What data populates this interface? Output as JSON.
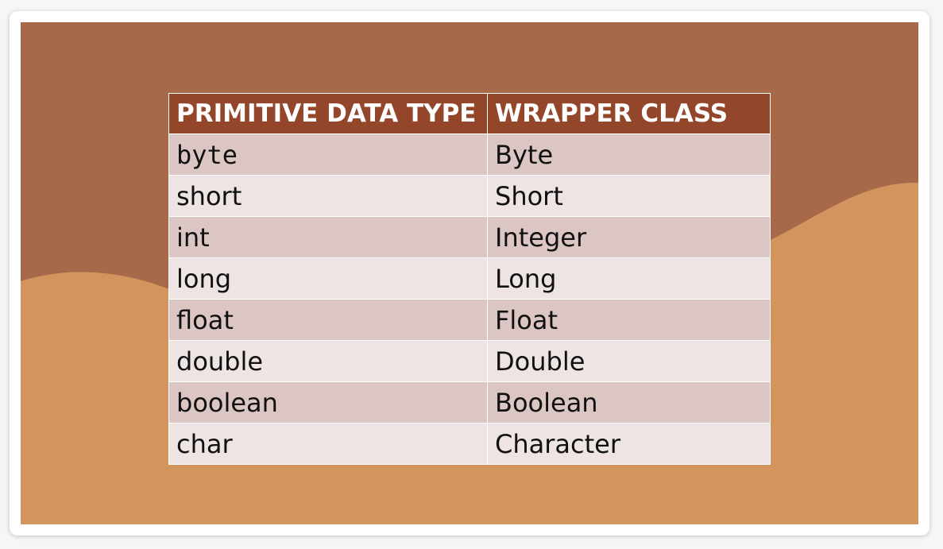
{
  "colors": {
    "background_dark": "#a8694a",
    "background_wave": "#d2955e",
    "header_fill": "#93462a",
    "row_dark": "#dbc6c4",
    "row_light": "#ede4e3"
  },
  "table": {
    "headers": [
      "PRIMITIVE DATA TYPE",
      "WRAPPER CLASS"
    ],
    "rows": [
      [
        "byte",
        "Byte"
      ],
      [
        "short",
        "Short"
      ],
      [
        "int",
        "Integer"
      ],
      [
        "long",
        "Long"
      ],
      [
        "float",
        "Float"
      ],
      [
        "double",
        "Double"
      ],
      [
        "boolean",
        "Boolean"
      ],
      [
        "char",
        "Character"
      ]
    ]
  }
}
